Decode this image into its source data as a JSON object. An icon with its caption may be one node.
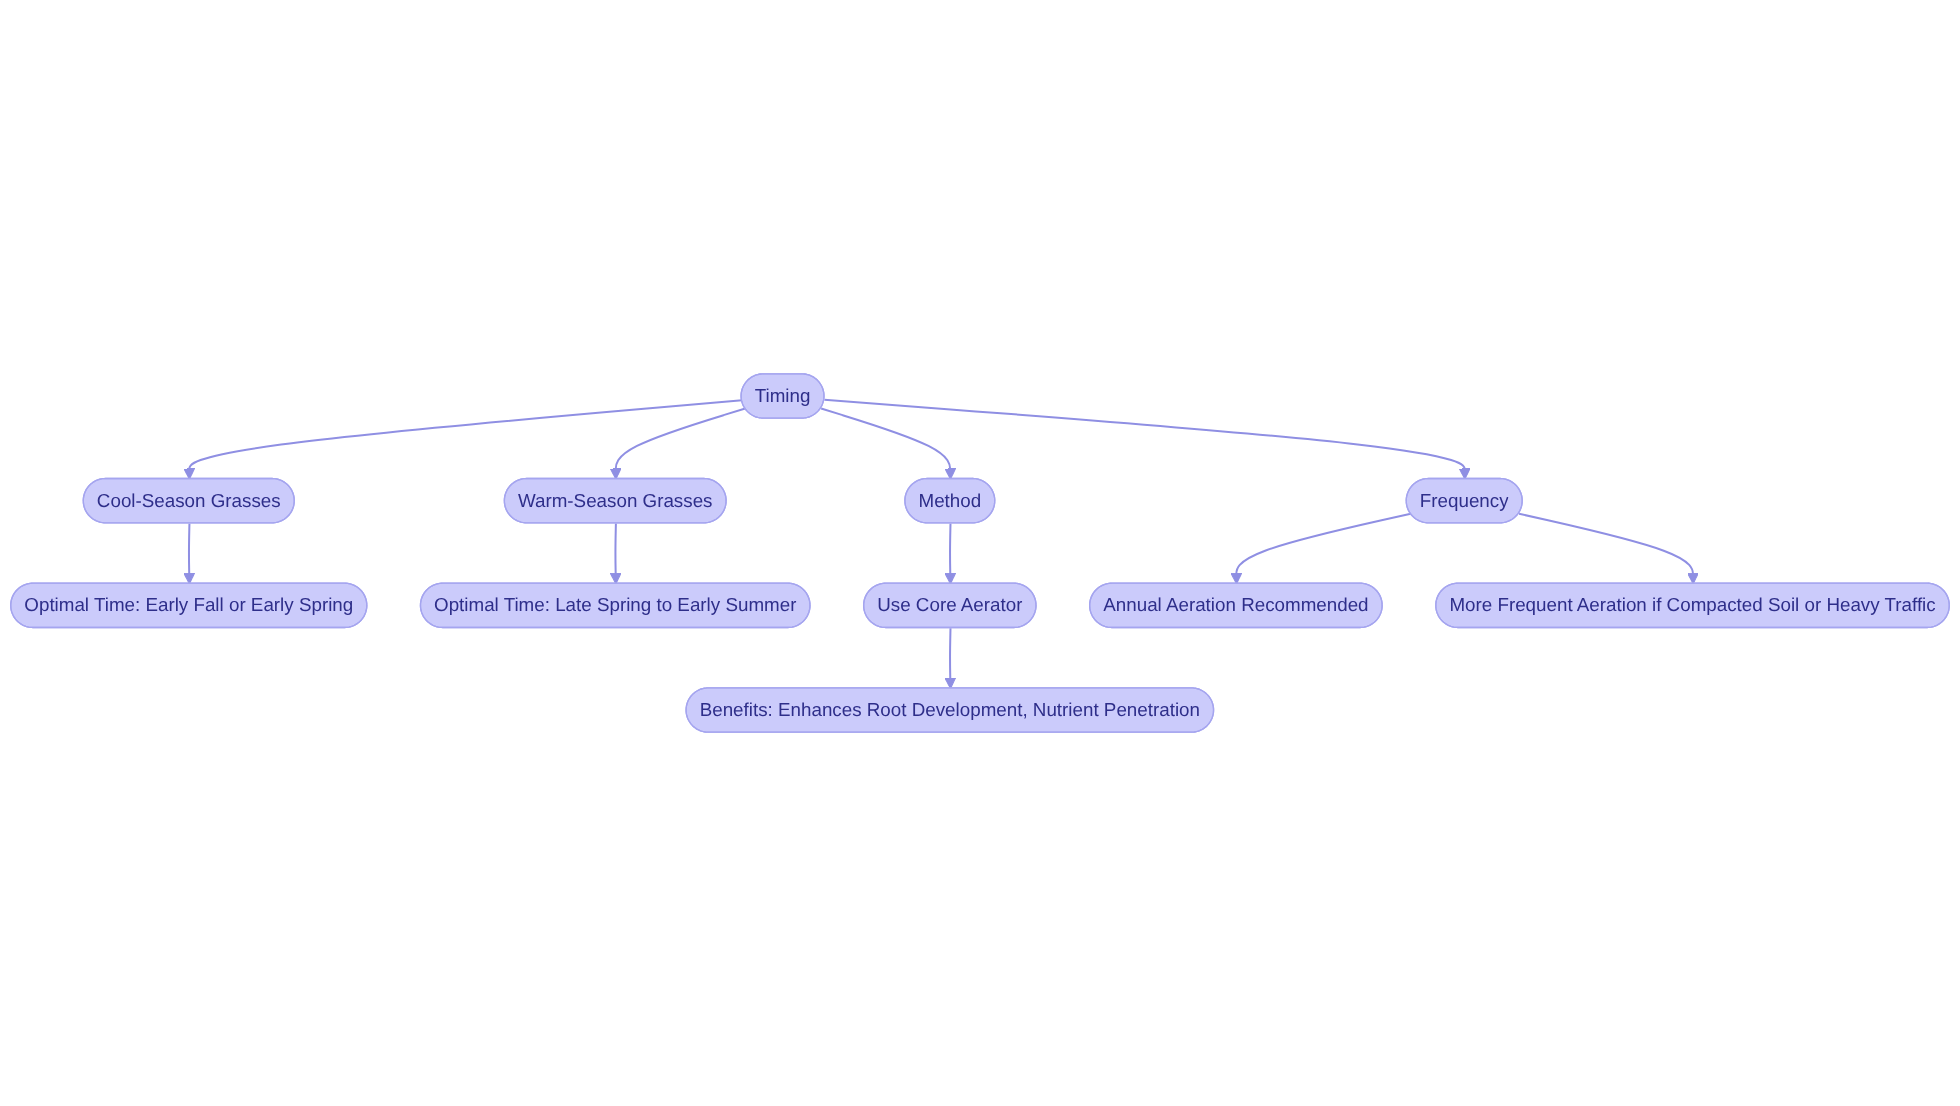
{
  "diagram": {
    "nodes": [
      {
        "text": [
          "Timing"
        ]
      },
      {
        "text": [
          "Cool-Season Grasses"
        ]
      },
      {
        "text": [
          "Warm-Season Grasses"
        ]
      },
      {
        "text": [
          "Method"
        ]
      },
      {
        "text": [
          "Frequency"
        ]
      },
      {
        "text": [
          "Optimal Time: Early Fall or Early Spring"
        ]
      },
      {
        "text": [
          "Optimal Time: Late Spring to Early Summer"
        ]
      },
      {
        "text": [
          "Use Core Aerator"
        ]
      },
      {
        "text": [
          "Annual Aeration Recommended"
        ]
      },
      {
        "text": [
          "More Frequent Aeration if Compacted Soil or Heavy Traffic"
        ]
      },
      {
        "text": [
          "Benefits: Enhances Root Development, Nutrient Penetration"
        ]
      }
    ],
    "edges": [
      {
        "from": 0,
        "to": 1,
        "arrow": "to"
      },
      {
        "from": 0,
        "to": 2,
        "arrow": "to"
      },
      {
        "from": 0,
        "to": 3,
        "arrow": "to"
      },
      {
        "from": 0,
        "to": 4,
        "arrow": "to"
      },
      {
        "from": 1,
        "to": 5,
        "arrow": "to"
      },
      {
        "from": 2,
        "to": 6,
        "arrow": "to"
      },
      {
        "from": 3,
        "to": 7,
        "arrow": "to"
      },
      {
        "from": 4,
        "to": 8,
        "arrow": "to"
      },
      {
        "from": 4,
        "to": 9,
        "arrow": "to"
      },
      {
        "from": 7,
        "to": 10,
        "arrow": "to"
      }
    ]
  }
}
